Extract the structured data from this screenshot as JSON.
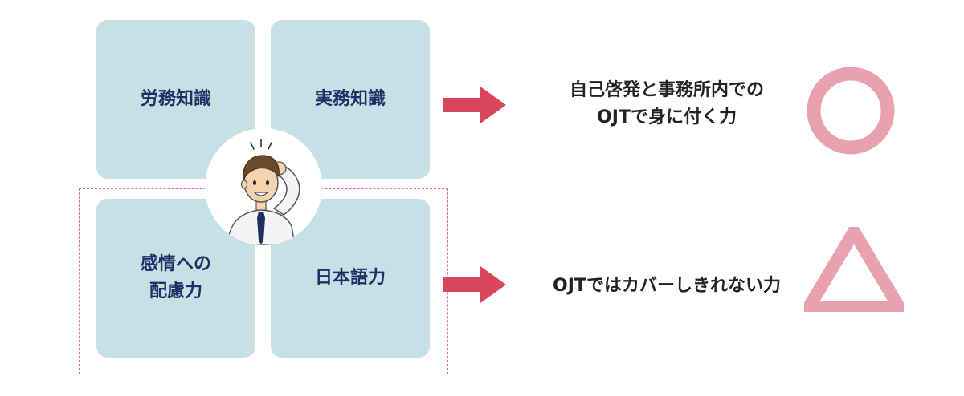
{
  "tiles": {
    "top_left": "労務知識",
    "top_right": "実務知識",
    "bottom_left": [
      "感情への",
      "配慮力"
    ],
    "bottom_right": "日本語力"
  },
  "labels": {
    "top": [
      "自己啓発と事務所内での",
      "OJTで身に付く力"
    ],
    "bottom": "OJTではカバーしきれない力"
  },
  "marks": {
    "top": "circle-symbol",
    "bottom": "triangle-symbol"
  },
  "colors": {
    "tile_bg": "#c7e0e5",
    "tile_text": "#1d2f66",
    "arrow": "#d9455b",
    "dashed_border": "#e06a80",
    "mark": "#e9a2ad",
    "label_text": "#222222"
  }
}
